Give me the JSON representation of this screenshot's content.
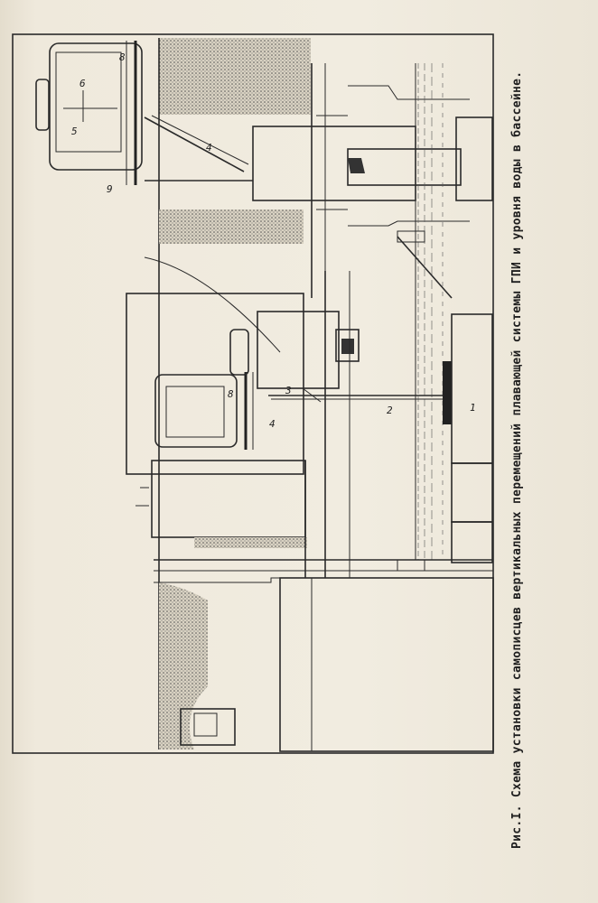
{
  "caption": "Рис.I. Схема установки самописцев вертикальных перемещений плавающей системы ГПИ и уровня воды в бассейне.",
  "markers": {
    "m1": "1",
    "m2": "2",
    "m3": "3",
    "m4a": "4",
    "m4b": "4",
    "m5": "5",
    "m6": "6",
    "m8a": "8",
    "m8b": "8",
    "m9": "9"
  }
}
